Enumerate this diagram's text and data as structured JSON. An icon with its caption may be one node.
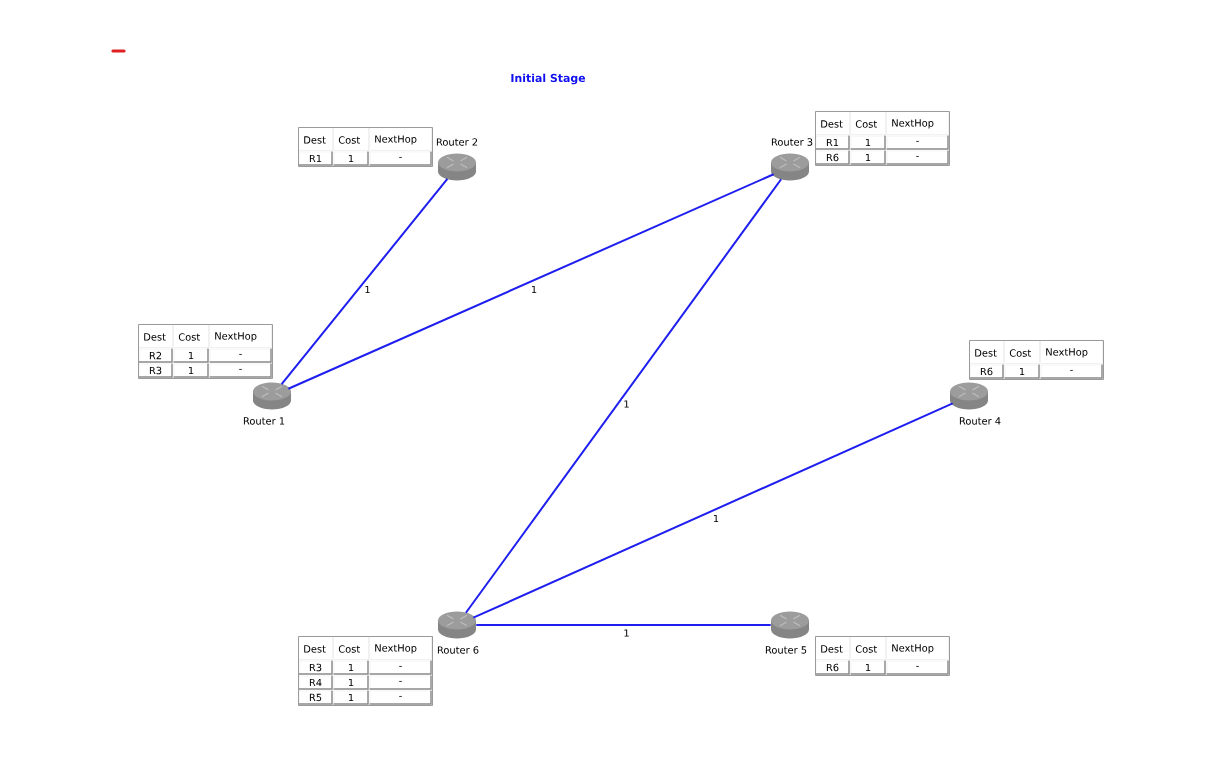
{
  "diagram": {
    "title": "Initial Stage",
    "nodes": [
      {
        "text": [],
        "shape": "cylinder",
        "beside": [
          "Router 1"
        ]
      },
      {
        "text": [],
        "shape": "cylinder",
        "beside": [
          "Router 2"
        ]
      },
      {
        "text": [],
        "shape": "cylinder",
        "beside": [
          "Router 3"
        ]
      },
      {
        "text": [],
        "shape": "cylinder",
        "beside": [
          "Router 4"
        ]
      },
      {
        "text": [],
        "shape": "cylinder",
        "beside": [
          "Router 5"
        ]
      },
      {
        "text": [],
        "shape": "cylinder",
        "beside": [
          "Router 6"
        ]
      },
      {
        "text": [
          "Dest",
          "Cost",
          "NextHop",
          "R2",
          "1",
          "-",
          "R3",
          "1",
          "-"
        ]
      },
      {
        "text": [
          "Dest",
          "Cost",
          "NextHop",
          "R1",
          "1",
          "-"
        ]
      },
      {
        "text": [
          "Dest",
          "Cost",
          "NextHop",
          "R1",
          "1",
          "-",
          "R6",
          "1",
          "-"
        ]
      },
      {
        "text": [
          "Dest",
          "Cost",
          "NextHop",
          "R6",
          "1",
          "-"
        ]
      },
      {
        "text": [
          "Dest",
          "Cost",
          "NextHop",
          "R6",
          "1",
          "-"
        ]
      },
      {
        "text": [
          "Dest",
          "Cost",
          "NextHop",
          "R3",
          "1",
          "-",
          "R4",
          "1",
          "-",
          "R5",
          "1",
          "-"
        ]
      }
    ],
    "edges": [
      {
        "from": 0,
        "to": 1,
        "arrow": "none",
        "label": "1"
      },
      {
        "from": 0,
        "to": 2,
        "arrow": "none",
        "label": "1"
      },
      {
        "from": 2,
        "to": 5,
        "arrow": "none",
        "label": "1"
      },
      {
        "from": 3,
        "to": 5,
        "arrow": "none",
        "label": "1"
      },
      {
        "from": 5,
        "to": 4,
        "arrow": "none",
        "label": "1"
      }
    ]
  }
}
